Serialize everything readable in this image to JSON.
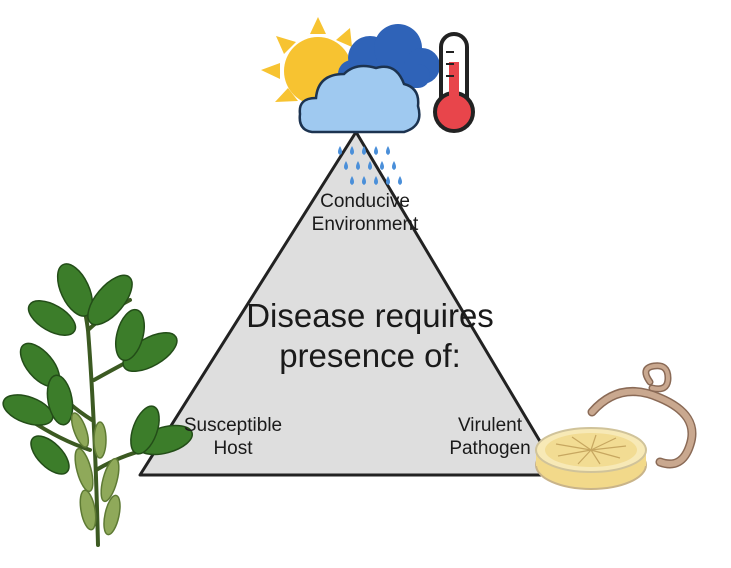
{
  "diagram": {
    "environment": {
      "line1": "Conducive",
      "line2": "Environment"
    },
    "center": {
      "line1": "Disease requires",
      "line2": "presence of:"
    },
    "host": {
      "line1": "Susceptible",
      "line2": "Host"
    },
    "pathogen": {
      "line1": "Virulent",
      "line2": "Pathogen"
    }
  },
  "icons": [
    "sun-icon",
    "cloud-icon",
    "rain-icon",
    "thermometer-icon",
    "soybean-plant-icon",
    "petri-dish-icon",
    "nematode-icon"
  ],
  "colors": {
    "triangle_fill": "#dedede",
    "triangle_stroke": "#222222",
    "sun": "#f7c331",
    "cloud_dark": "#2f63b8",
    "cloud_light": "#9fc9f0",
    "rain": "#4a8fd9",
    "thermometer_red": "#e8454b",
    "leaf": "#3c7d2a",
    "pod": "#8fa95a",
    "dish": "#f2d98a",
    "nematode": "#b08a73"
  }
}
